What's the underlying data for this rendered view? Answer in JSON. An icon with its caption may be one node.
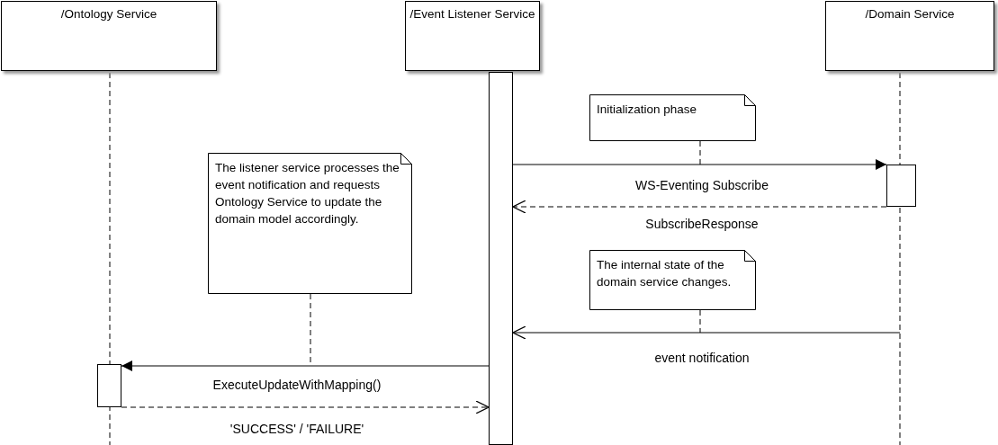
{
  "diagram": {
    "nodes": [
      {
        "text": [
          "/Ontology Service"
        ]
      },
      {
        "text": [
          "/Event Listener Service"
        ]
      },
      {
        "text": [
          "/Domain Service"
        ]
      },
      {
        "text": [
          "Initialization phase"
        ]
      },
      {
        "text": [
          "The listener service processes the event notification and requests Ontology Service to update the domain model accordingly."
        ]
      },
      {
        "text": [
          "The internal state of the domain service changes."
        ]
      },
      {
        "text": [],
        "shape": "bar"
      },
      {
        "text": [],
        "shape": "bar"
      },
      {
        "text": [],
        "shape": "bar"
      }
    ],
    "edges": [
      {
        "from": 6,
        "to": 7,
        "arrow": "to",
        "label": "WS-Eventing Subscribe"
      },
      {
        "from": 7,
        "to": 6,
        "arrow": "to",
        "label": "SubscribeResponse",
        "style": "dashed"
      },
      {
        "from": null,
        "to": 6,
        "arrow": "to",
        "label": "event notification"
      },
      {
        "from": 6,
        "to": 8,
        "arrow": "to",
        "label": "ExecuteUpdateWithMapping()"
      },
      {
        "from": 8,
        "to": 6,
        "arrow": "to",
        "label": "'SUCCESS' / 'FAILURE'",
        "style": "dashed"
      },
      {
        "from": 3,
        "to": null,
        "arrow": "none",
        "style": "dashed"
      },
      {
        "from": 5,
        "to": null,
        "arrow": "none",
        "style": "dashed"
      },
      {
        "from": 4,
        "to": null,
        "arrow": "none",
        "style": "dashed"
      }
    ]
  }
}
